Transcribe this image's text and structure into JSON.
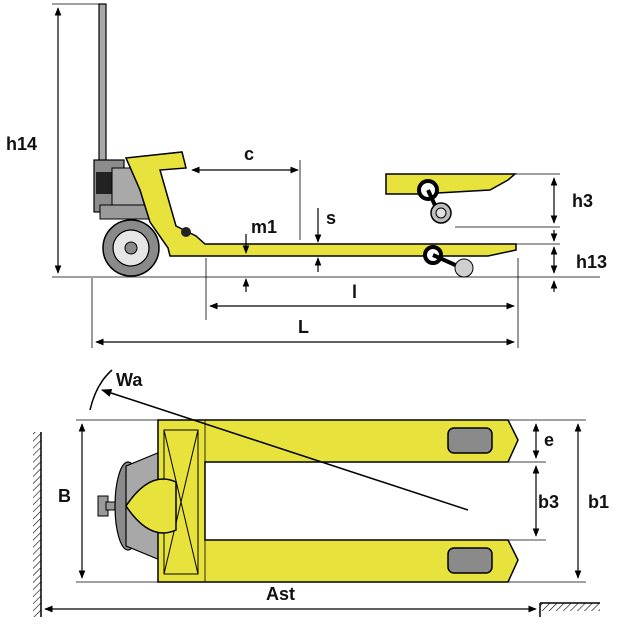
{
  "colors": {
    "body": "#e8e33c",
    "wheel": "#8a8a8a",
    "outline": "#000000",
    "background": "#ffffff"
  },
  "labels": {
    "h14": "h14",
    "c": "c",
    "m1": "m1",
    "s": "s",
    "h3": "h3",
    "h13": "h13",
    "l": "l",
    "L": "L",
    "Wa": "Wa",
    "B": "B",
    "e": "e",
    "b3": "b3",
    "b1": "b1",
    "Ast": "Ast"
  }
}
